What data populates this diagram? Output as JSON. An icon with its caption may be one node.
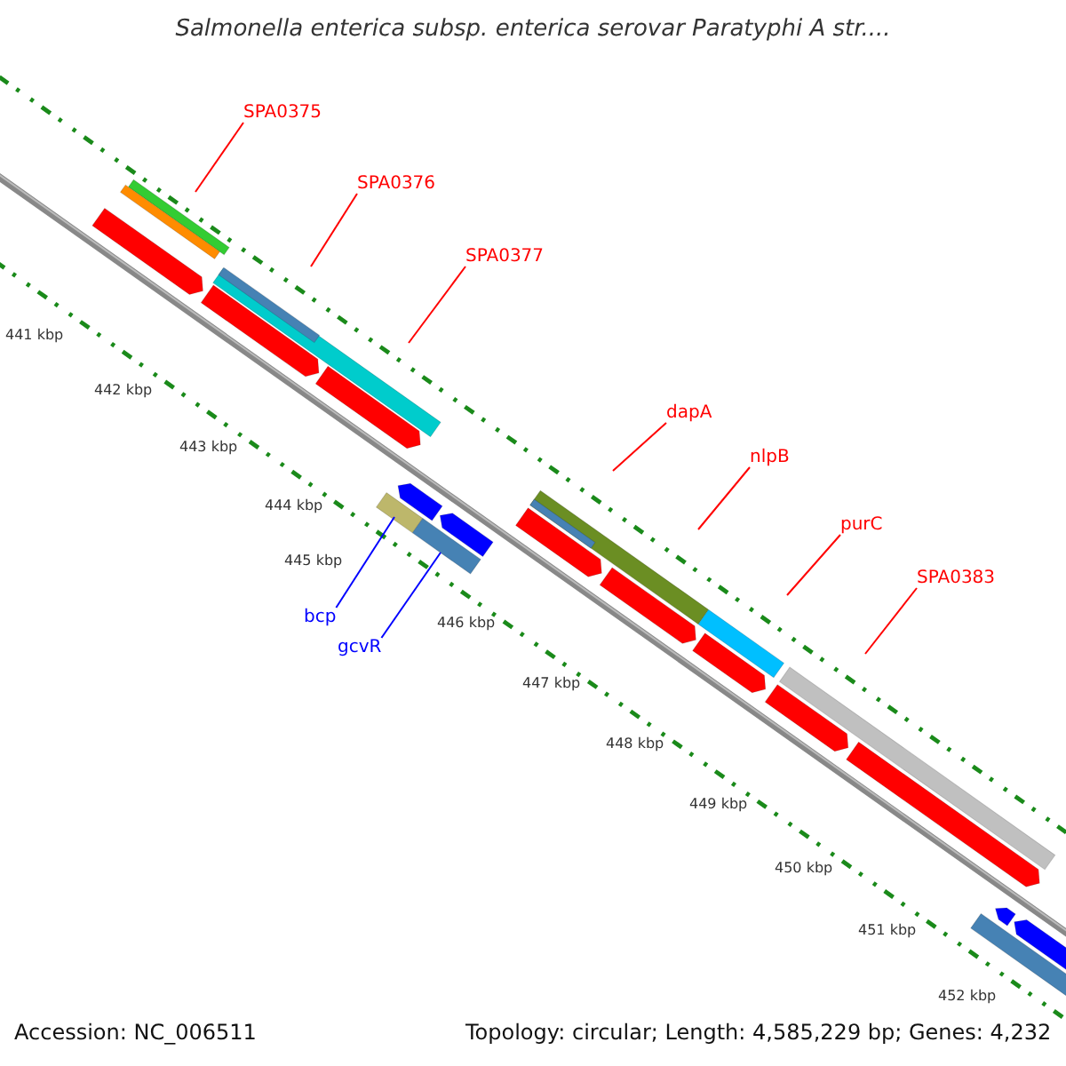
{
  "diagram": {
    "title": "Salmonella enterica subsp. enterica serovar Paratyphi A str....",
    "nodes": [
      {
        "text": [
          "SPA0375"
        ]
      },
      {
        "text": [
          "SPA0376"
        ]
      },
      {
        "text": [
          "SPA0377"
        ]
      },
      {
        "text": [
          "dapA"
        ]
      },
      {
        "text": [
          "nlpB"
        ]
      },
      {
        "text": [
          "purC"
        ]
      },
      {
        "text": [
          "SPA0383"
        ]
      },
      {
        "text": [
          "bcp"
        ]
      },
      {
        "text": [
          "gcvR"
        ]
      }
    ],
    "edges": [
      {
        "from": 0,
        "to": null,
        "arrow": "none"
      },
      {
        "from": 1,
        "to": null,
        "arrow": "none"
      },
      {
        "from": 2,
        "to": null,
        "arrow": "none"
      },
      {
        "from": 3,
        "to": null,
        "arrow": "none"
      },
      {
        "from": 4,
        "to": null,
        "arrow": "none"
      },
      {
        "from": 5,
        "to": null,
        "arrow": "none"
      },
      {
        "from": 6,
        "to": null,
        "arrow": "none"
      },
      {
        "from": 7,
        "to": null,
        "arrow": "none",
        "color": "#0000ff"
      },
      {
        "from": 8,
        "to": null,
        "arrow": "none",
        "color": "#0000ff"
      }
    ],
    "labels": [
      "441 kbp",
      "442 kbp",
      "443 kbp",
      "444 kbp",
      "445 kbp",
      "446 kbp",
      "447 kbp",
      "448 kbp",
      "449 kbp",
      "450 kbp",
      "451 kbp",
      "452 kbp",
      "Accession: NC_006511",
      "Topology: circular; Length: 4,585,229 bp; Genes: 4,232"
    ]
  }
}
